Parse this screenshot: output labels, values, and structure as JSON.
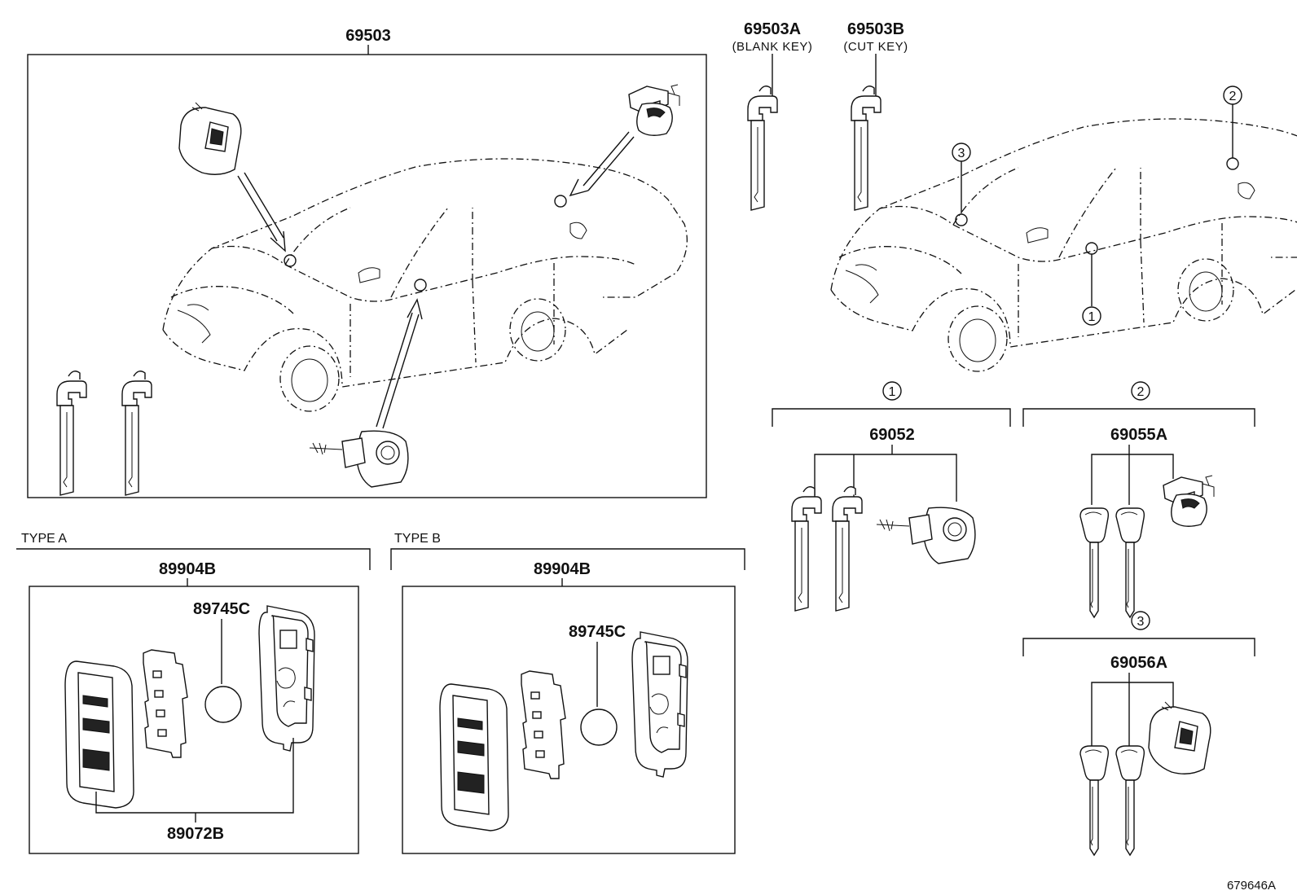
{
  "main_kit": {
    "part_number": "69503",
    "blank_key": {
      "part_number": "69503A",
      "note": "(BLANK KEY)"
    },
    "cut_key": {
      "part_number": "69503B",
      "note": "(CUT KEY)"
    }
  },
  "callouts": [
    "1",
    "2",
    "3"
  ],
  "lock_sets": [
    {
      "callout": "1",
      "part_number": "69052"
    },
    {
      "callout": "2",
      "part_number": "69055A"
    },
    {
      "callout": "3",
      "part_number": "69056A"
    }
  ],
  "remotes": [
    {
      "type_label": "TYPE A",
      "assembly": "89904B",
      "battery": "89745C",
      "case": "89072B"
    },
    {
      "type_label": "TYPE B",
      "assembly": "89904B",
      "battery": "89745C"
    }
  ],
  "reference_code": "679646A"
}
